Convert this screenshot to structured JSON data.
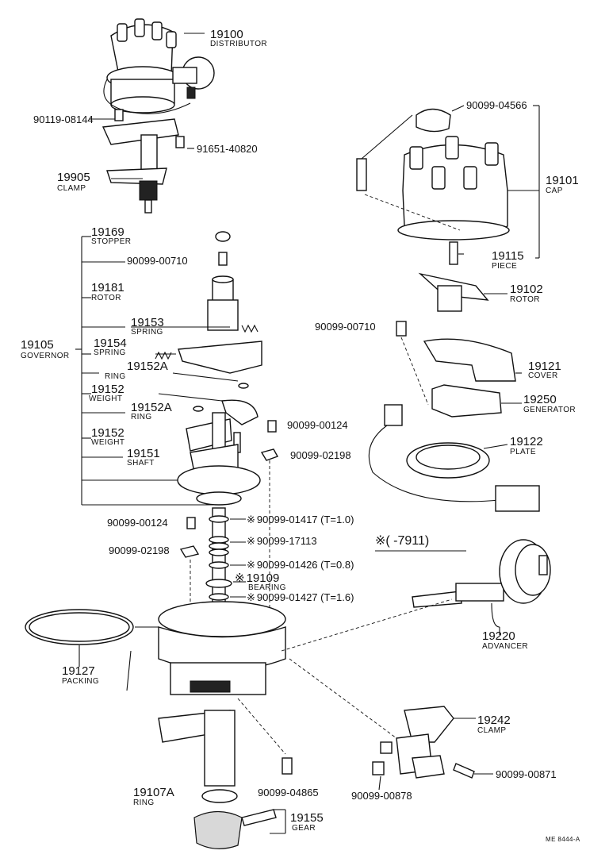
{
  "labels": {
    "distributor": {
      "number": "19100",
      "name": "DISTRIBUTOR"
    },
    "bolt_90119_08144": {
      "number": "90119-08144"
    },
    "bolt_91651_40820": {
      "number": "91651-40820"
    },
    "clamp_top": {
      "number": "19905",
      "name": "CLAMP"
    },
    "stopper": {
      "number": "19169",
      "name": "STOPPER"
    },
    "screw_00710_left": {
      "number": "90099-00710"
    },
    "rotor_left": {
      "number": "19181",
      "name": "ROTOR"
    },
    "spring_19153": {
      "number": "19153",
      "name": "SPRING"
    },
    "governor": {
      "number": "19105",
      "name": "GOVERNOR"
    },
    "spring_19154": {
      "number": "19154",
      "name": "SPRING"
    },
    "ring_19152a_1": {
      "number": "19152A",
      "name": "RING"
    },
    "weight_1": {
      "number": "19152",
      "name": "WEIGHT"
    },
    "ring_19152a_2": {
      "number": "19152A",
      "name": "RING"
    },
    "weight_2": {
      "number": "19152",
      "name": "WEIGHT"
    },
    "shaft": {
      "number": "19151",
      "name": "SHAFT"
    },
    "screw_00124_right": {
      "number": "90099-00124"
    },
    "washer_02198_right": {
      "number": "90099-02198"
    },
    "screw_00124_left": {
      "number": "90099-00124"
    },
    "washer_01417": {
      "number": "90099-01417 (T=1.0)",
      "mark": "※"
    },
    "washer_17113": {
      "number": "90099-17113",
      "mark": "※"
    },
    "washer_02198_left": {
      "number": "90099-02198"
    },
    "washer_01426": {
      "number": "90099-01426 (T=0.8)",
      "mark": "※"
    },
    "bearing": {
      "number": "19109",
      "name": "BEARING",
      "mark": "※"
    },
    "washer_01427": {
      "number": "90099-01427 (T=1.6)",
      "mark": "※"
    },
    "packing": {
      "number": "19127",
      "name": "PACKING"
    },
    "ring_19107a": {
      "number": "19107A",
      "name": "RING"
    },
    "bolt_04865": {
      "number": "90099-04865"
    },
    "pin_gear": {
      "number": "19155",
      "name": "GEAR"
    },
    "cap_plug": {
      "number": "90099-04566"
    },
    "cap": {
      "number": "19101",
      "name": "CAP"
    },
    "piece": {
      "number": "19115",
      "name": "PIECE"
    },
    "rotor_right": {
      "number": "19102",
      "name": "ROTOR"
    },
    "screw_00710_right": {
      "number": "90099-00710"
    },
    "cover": {
      "number": "19121",
      "name": "COVER"
    },
    "generator": {
      "number": "19250",
      "name": "GENERATOR"
    },
    "plate": {
      "number": "19122",
      "name": "PLATE"
    },
    "serial_note": {
      "text": "※(      -7911)"
    },
    "advancer": {
      "number": "19220",
      "name": "ADVANCER"
    },
    "clamp_bottom": {
      "number": "19242",
      "name": "CLAMP"
    },
    "bolt_00871": {
      "number": "90099-00871"
    },
    "bolt_00878": {
      "number": "90099-00878"
    },
    "drawing_code": {
      "text": "ME 8444-A"
    }
  }
}
